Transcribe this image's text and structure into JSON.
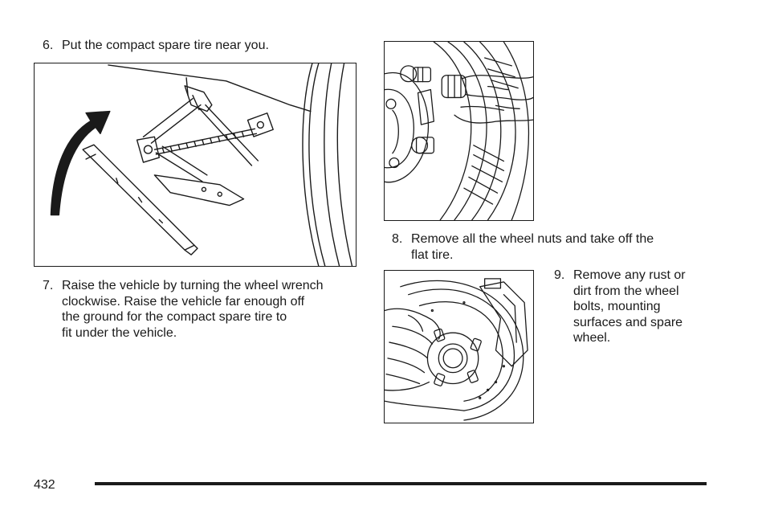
{
  "steps": {
    "s6": {
      "number": "6.",
      "text": "Put the compact spare tire near you."
    },
    "s7": {
      "number": "7.",
      "lines": [
        "Raise the vehicle by turning the wheel wrench",
        "clockwise. Raise the vehicle far enough off",
        "the ground for the compact spare tire to",
        "fit under the vehicle."
      ]
    },
    "s8": {
      "number": "8.",
      "lines": [
        "Remove all the wheel nuts and take off the",
        "flat tire."
      ]
    },
    "s9": {
      "number": "9.",
      "lines": [
        "Remove any rust or",
        "dirt from the wheel",
        "bolts, mounting",
        "surfaces and spare",
        "wheel."
      ]
    }
  },
  "figures": {
    "jack": {
      "icon": "scissor-jack-illustration"
    },
    "nuts": {
      "icon": "wheel-nut-removal-illustration"
    },
    "hub": {
      "icon": "wheel-hub-cleaning-illustration"
    }
  },
  "footer": {
    "page_number": "432",
    "rule_color": "#1a1a1a"
  }
}
